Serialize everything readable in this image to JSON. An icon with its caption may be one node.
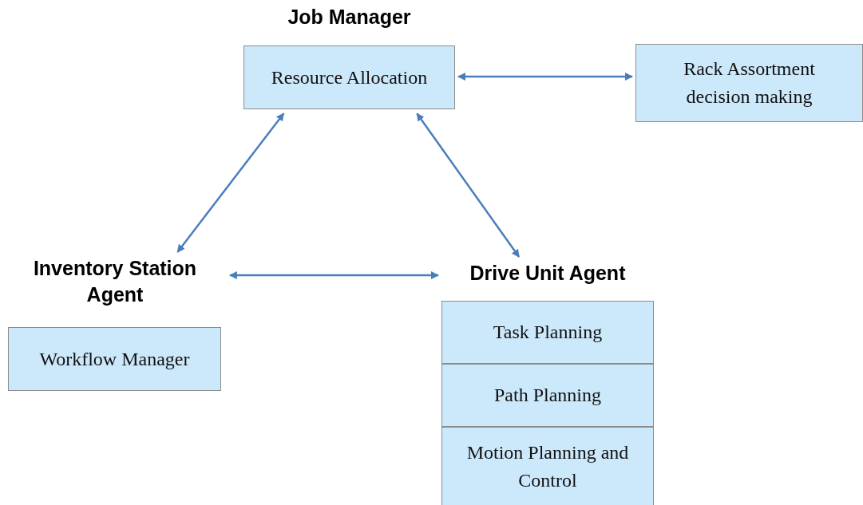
{
  "diagram": {
    "nodes": [
      {
        "text": [
          "Job Manager",
          "Resource Allocation"
        ]
      },
      {
        "text": [
          "Rack Assortment decision making"
        ]
      },
      {
        "text": [
          "Inventory Station Agent",
          "Workflow Manager"
        ]
      },
      {
        "text": [
          "Drive Unit Agent"
        ]
      },
      {
        "text": [
          "Task Planning"
        ],
        "in": 3
      },
      {
        "text": [
          "Path Planning"
        ],
        "in": 3
      },
      {
        "text": [
          "Motion Planning and Control"
        ],
        "in": 3
      }
    ],
    "edges": [
      {
        "from": 0,
        "to": 1,
        "arrow": "both"
      },
      {
        "from": 0,
        "to": 2,
        "arrow": "both"
      },
      {
        "from": 0,
        "to": 3,
        "arrow": "both"
      },
      {
        "from": 2,
        "to": 3,
        "arrow": "both"
      }
    ]
  }
}
